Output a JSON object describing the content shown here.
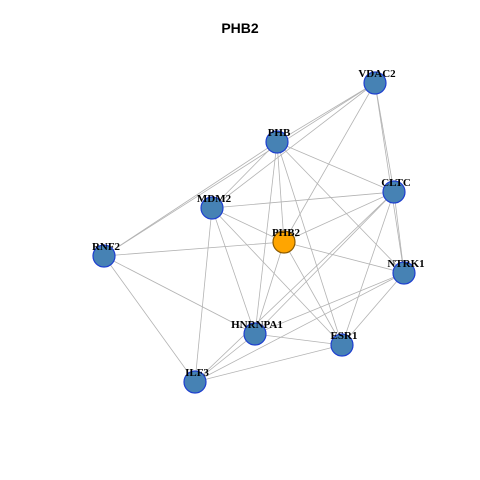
{
  "title": "PHB2",
  "colors": {
    "node_fill": "#4682b4",
    "node_stroke": "#1e3fd0",
    "center_fill": "#ffa500",
    "center_stroke": "#8b5a00",
    "edge": "#b3b3b3"
  },
  "nodes": [
    {
      "id": "VDAC2",
      "label": "VDAC2",
      "center": false
    },
    {
      "id": "PHB",
      "label": "PHB",
      "center": false
    },
    {
      "id": "CLTC",
      "label": "CLTC",
      "center": false
    },
    {
      "id": "MDM2",
      "label": "MDM2",
      "center": false
    },
    {
      "id": "PHB2",
      "label": "PHB2",
      "center": true
    },
    {
      "id": "RNF2",
      "label": "RNF2",
      "center": false
    },
    {
      "id": "NTRK1",
      "label": "NTRK1",
      "center": false
    },
    {
      "id": "HNRNPA1",
      "label": "HNRNPA1",
      "center": false
    },
    {
      "id": "ESR1",
      "label": "ESR1",
      "center": false
    },
    {
      "id": "ILF3",
      "label": "ILF3",
      "center": false
    }
  ],
  "edges": [
    [
      "VDAC2",
      "PHB"
    ],
    [
      "VDAC2",
      "CLTC"
    ],
    [
      "VDAC2",
      "NTRK1"
    ],
    [
      "VDAC2",
      "PHB2"
    ],
    [
      "VDAC2",
      "MDM2"
    ],
    [
      "VDAC2",
      "RNF2"
    ],
    [
      "PHB",
      "CLTC"
    ],
    [
      "PHB",
      "MDM2"
    ],
    [
      "PHB",
      "PHB2"
    ],
    [
      "PHB",
      "NTRK1"
    ],
    [
      "PHB",
      "ESR1"
    ],
    [
      "PHB",
      "HNRNPA1"
    ],
    [
      "PHB",
      "RNF2"
    ],
    [
      "CLTC",
      "MDM2"
    ],
    [
      "CLTC",
      "PHB2"
    ],
    [
      "CLTC",
      "NTRK1"
    ],
    [
      "CLTC",
      "HNRNPA1"
    ],
    [
      "CLTC",
      "ESR1"
    ],
    [
      "CLTC",
      "ILF3"
    ],
    [
      "MDM2",
      "PHB2"
    ],
    [
      "MDM2",
      "ESR1"
    ],
    [
      "MDM2",
      "HNRNPA1"
    ],
    [
      "MDM2",
      "ILF3"
    ],
    [
      "PHB2",
      "RNF2"
    ],
    [
      "PHB2",
      "NTRK1"
    ],
    [
      "PHB2",
      "HNRNPA1"
    ],
    [
      "PHB2",
      "ESR1"
    ],
    [
      "RNF2",
      "HNRNPA1"
    ],
    [
      "RNF2",
      "ILF3"
    ],
    [
      "NTRK1",
      "HNRNPA1"
    ],
    [
      "NTRK1",
      "ILF3"
    ],
    [
      "NTRK1",
      "ESR1"
    ],
    [
      "HNRNPA1",
      "ESR1"
    ],
    [
      "HNRNPA1",
      "ILF3"
    ],
    [
      "ESR1",
      "ILF3"
    ]
  ]
}
